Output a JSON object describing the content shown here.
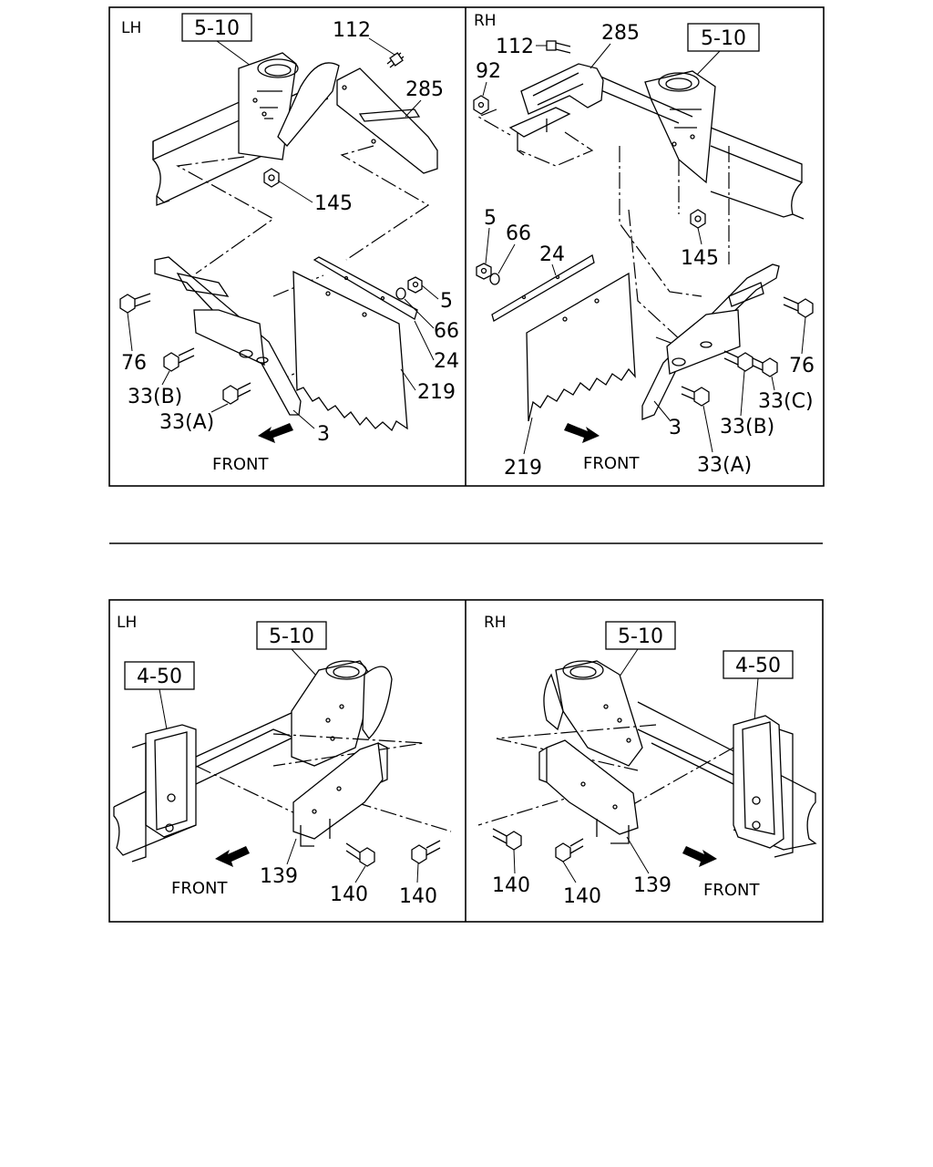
{
  "panels": {
    "top_lh": {
      "side": "LH",
      "ref": "5-10",
      "front": "FRONT",
      "labels": [
        "112",
        "285",
        "145",
        "5",
        "66",
        "24",
        "219",
        "76",
        "33(B)",
        "33(A)",
        "3"
      ]
    },
    "top_rh": {
      "side": "RH",
      "ref": "5-10",
      "front": "FRONT",
      "labels": [
        "112",
        "285",
        "92",
        "145",
        "5",
        "66",
        "24",
        "76",
        "33(C)",
        "33(B)",
        "3",
        "33(A)",
        "219"
      ]
    },
    "bottom_lh": {
      "side": "LH",
      "ref_a": "5-10",
      "ref_b": "4-50",
      "front": "FRONT",
      "labels": [
        "139",
        "140",
        "140"
      ]
    },
    "bottom_rh": {
      "side": "RH",
      "ref_a": "5-10",
      "ref_b": "4-50",
      "front": "FRONT",
      "labels": [
        "140",
        "140",
        "139"
      ]
    }
  }
}
